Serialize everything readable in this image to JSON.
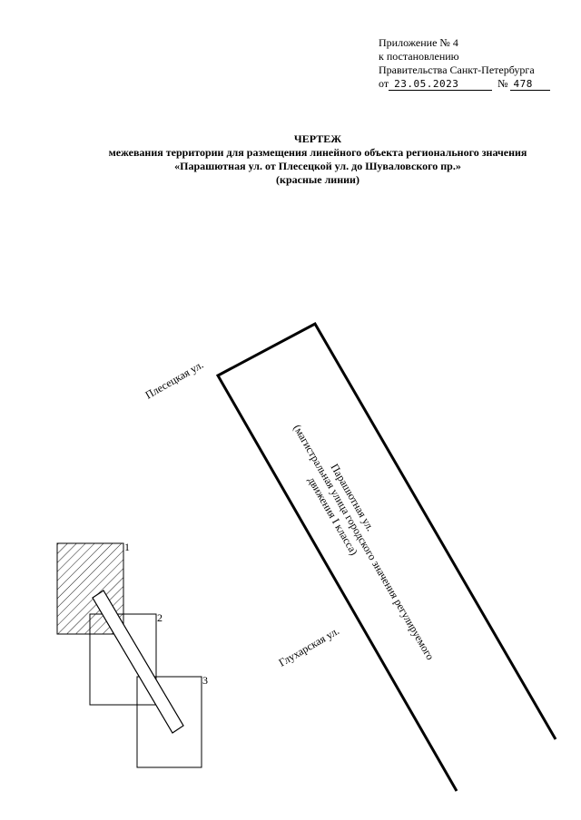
{
  "appendix": {
    "line1": "Приложение № 4",
    "line2": "к постановлению",
    "line3": "Правительства Санкт-Петербурга",
    "from_prefix": "от",
    "date": "23.05.2023",
    "number_prefix": "№",
    "number": "478"
  },
  "title": {
    "heading": "ЧЕРТЕЖ",
    "line2": "межевания территории для размещения линейного объекта регионального значения",
    "line3": "«Парашютная ул. от Плесецкой ул. до Шуваловского пр.»",
    "line4": "(красные линии)"
  },
  "drawing": {
    "street_left_top": "Плесецкая ул.",
    "street_left_bottom": "Глухарская ул.",
    "main_street_line1": "Парашютная ул.",
    "main_street_line2": "(магистральная улица городского значения регулируемого",
    "main_street_line3": "движения   I класса)",
    "sheet_1": "1",
    "sheet_2": "2",
    "sheet_3": "3"
  }
}
